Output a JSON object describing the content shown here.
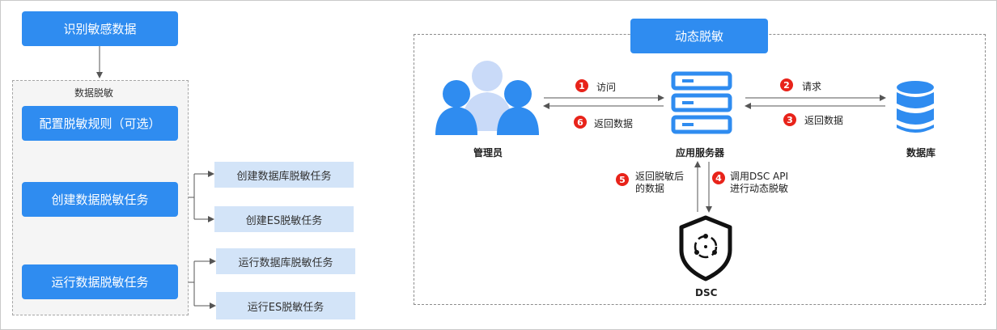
{
  "flow": {
    "identify": "识别敏感数据",
    "group_title": "数据脱敏",
    "configure": "配置脱敏规则（可选）",
    "create": "创建数据脱敏任务",
    "create_db": "创建数据库脱敏任务",
    "create_es": "创建ES脱敏任务",
    "run": "运行数据脱敏任务",
    "run_db": "运行数据库脱敏任务",
    "run_es": "运行ES脱敏任务"
  },
  "dynamic": {
    "title": "动态脱敏",
    "admin": "管理员",
    "app_server": "应用服务器",
    "database": "数据库",
    "dsc": "DSC",
    "steps": [
      {
        "num": "1",
        "label": "访问"
      },
      {
        "num": "2",
        "label": "请求"
      },
      {
        "num": "3",
        "label": "返回数据"
      },
      {
        "num": "4",
        "label_line1": "调用DSC API",
        "label_line2": "进行动态脱敏"
      },
      {
        "num": "5",
        "label_line1": "返回脱敏后",
        "label_line2": "的数据"
      },
      {
        "num": "6",
        "label": "返回数据"
      }
    ]
  },
  "colors": {
    "primary": "#2f8cf0",
    "sub_box": "#d3e4f8",
    "step_badge": "#e8231a"
  },
  "icons": [
    "admin-users-icon",
    "app-server-icon",
    "database-icon",
    "dsc-shield-icon"
  ]
}
